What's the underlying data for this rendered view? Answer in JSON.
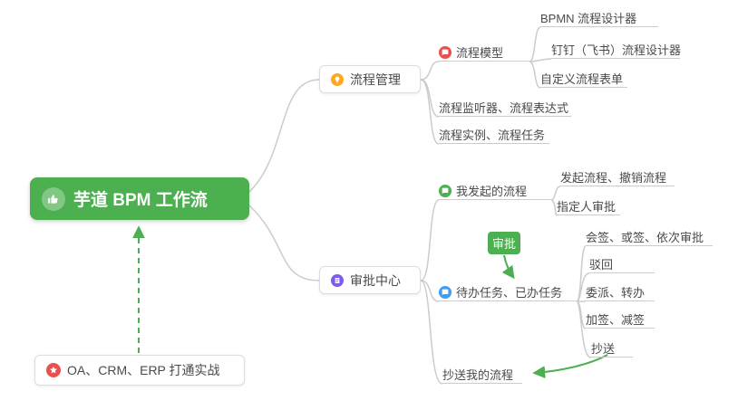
{
  "root": {
    "label": "芋道 BPM 工作流"
  },
  "branch_process": {
    "label": "流程管理"
  },
  "branch_approval": {
    "label": "审批中心"
  },
  "branch_integration": {
    "label": "OA、CRM、ERP 打通实战"
  },
  "process": {
    "model": "流程模型",
    "bpmn_designer": "BPMN 流程设计器",
    "dingtalk_designer": "钉钉（飞书）流程设计器",
    "custom_form": "自定义流程表单",
    "listener_expression": "流程监听器、流程表达式",
    "instance_task": "流程实例、流程任务"
  },
  "approval": {
    "my_initiated": "我发起的流程",
    "initiate_cancel": "发起流程、撤销流程",
    "assignee_approve": "指定人审批",
    "badge": "审批",
    "todo_done": "待办任务、已办任务",
    "countersign": "会签、或签、依次审批",
    "reject": "驳回",
    "delegate_transfer": "委派、转办",
    "add_reduce_sign": "加签、减签",
    "cc": "抄送",
    "cc_my_process": "抄送我的流程"
  },
  "colors": {
    "root_green": "#4CAF50",
    "badge_green": "#4CAF50",
    "arrow_green": "#4CAF50",
    "icon_orange": "#FFA726",
    "icon_purple": "#7E5BEF",
    "icon_red": "#E94F4F",
    "icon_green": "#4CAF50",
    "icon_blue": "#3D9DF5",
    "line_gray": "#CCCCCC",
    "node_border": "#DDDDDD",
    "text_dark": "#4A4A4A"
  }
}
